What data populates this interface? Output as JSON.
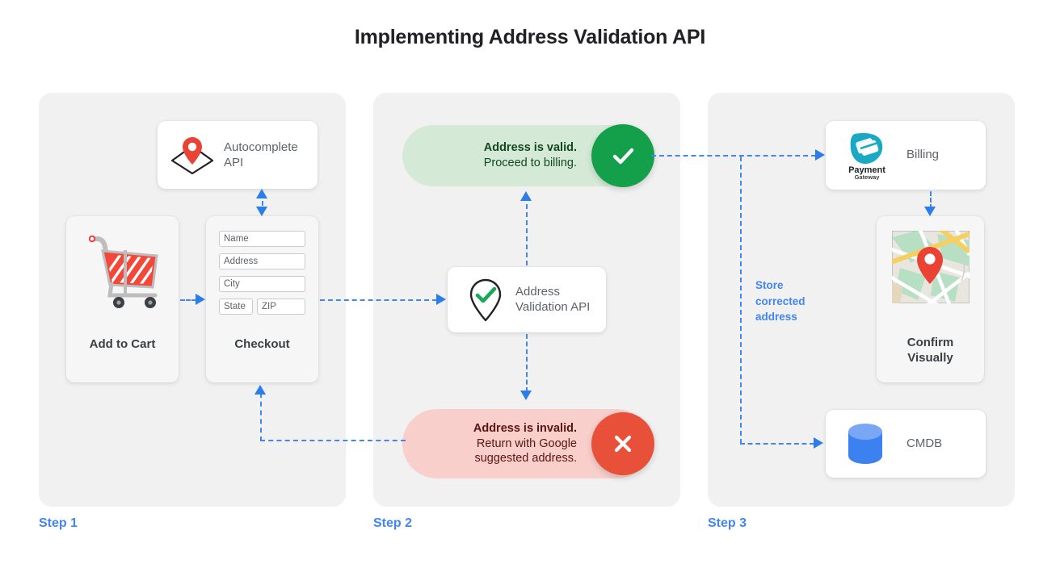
{
  "page": {
    "title": "Implementing Address Validation API",
    "background": "#ffffff",
    "panel_bg": "#f1f1f1",
    "accent_blue": "#4285f4",
    "green": "#14a04a",
    "red": "#e8503a"
  },
  "steps": [
    {
      "label": "Step 1"
    },
    {
      "label": "Step 2"
    },
    {
      "label": "Step 3"
    }
  ],
  "step1": {
    "autocomplete_card": {
      "icon": "map-pin-diamond-icon",
      "line1": "Autocomplete",
      "line2": "API"
    },
    "cart_card": {
      "icon": "shopping-cart-icon",
      "label": "Add to Cart"
    },
    "checkout_card": {
      "label": "Checkout",
      "fields": [
        {
          "name": "name-field",
          "placeholder": "Name"
        },
        {
          "name": "address-field",
          "placeholder": "Address"
        },
        {
          "name": "city-field",
          "placeholder": "City"
        },
        {
          "name": "state-field",
          "placeholder": "State"
        },
        {
          "name": "zip-field",
          "placeholder": "ZIP"
        }
      ]
    }
  },
  "step2": {
    "valid_pill": {
      "line1": "Address is valid.",
      "line2": "Proceed to billing.",
      "icon": "check-icon",
      "bg": "#d4ead6",
      "circle": "#14a04a"
    },
    "validation_card": {
      "icon": "pin-check-icon",
      "line1": "Address",
      "line2": "Validation API"
    },
    "invalid_pill": {
      "line1": "Address is invalid.",
      "line2": "Return with Google",
      "line3": "suggested address.",
      "icon": "close-icon",
      "bg": "#f8cfcb",
      "circle": "#e8503a"
    }
  },
  "step3": {
    "billing_card": {
      "icon": "payment-gateway-icon",
      "icon_label_1": "Payment",
      "icon_label_2": "Gateway",
      "label": "Billing"
    },
    "confirm_card": {
      "icon": "map-thumbnail-icon",
      "line1": "Confirm",
      "line2": "Visually"
    },
    "cmdb_card": {
      "icon": "database-icon",
      "label": "CMDB"
    },
    "store_label": {
      "line1": "Store",
      "line2": "corrected",
      "line3": "address"
    }
  }
}
